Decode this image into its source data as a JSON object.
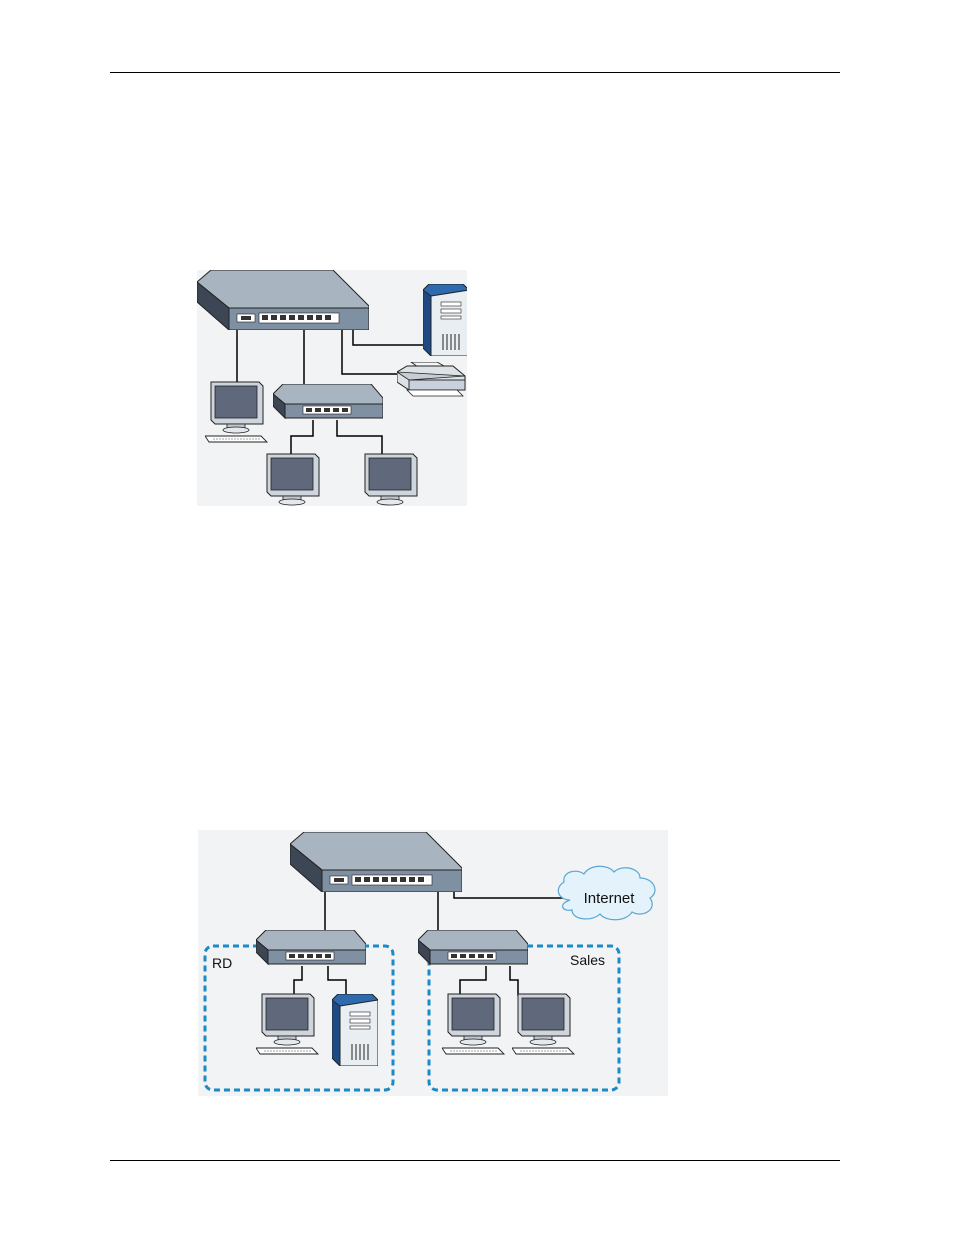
{
  "page": {
    "header_rule": true,
    "footer_rule": true
  },
  "figure_1": {
    "devices": [
      "switch-8-port",
      "switch-5-port",
      "server-tower",
      "printer",
      "computer",
      "computer",
      "computer"
    ]
  },
  "figure_2": {
    "cloud_label": "Internet",
    "group_left_label": "RD",
    "group_right_label": "Sales",
    "colors": {
      "group_border": "#1a8ac8",
      "cloud_fill": "#e4f3fb",
      "background": "#f2f3f4"
    }
  },
  "colors": {
    "switch_top": "#a9b4c1",
    "switch_face": "#7f90a3",
    "switch_side": "#3d4654",
    "server_blue": "#2e6ab0",
    "monitor_screen": "#606a7c"
  }
}
